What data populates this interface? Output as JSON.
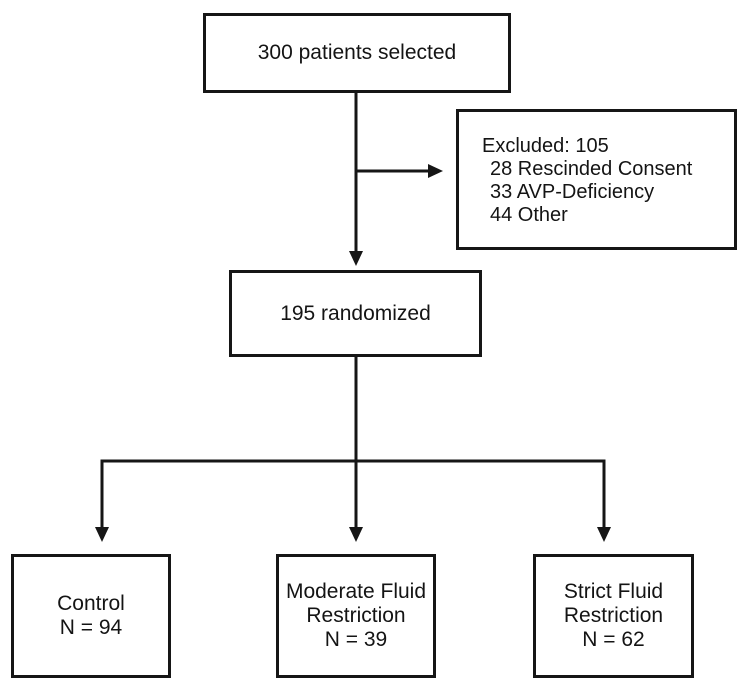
{
  "diagram": {
    "type": "flowchart",
    "nodes": {
      "selected": {
        "label": "300 patients selected"
      },
      "excluded": {
        "title": "Excluded: 105",
        "items": [
          "28 Rescinded Consent",
          "33 AVP-Deficiency",
          "44 Other"
        ]
      },
      "randomized": {
        "label": "195 randomized"
      },
      "arms": [
        {
          "name": "control",
          "lines": [
            "Control",
            "N = 94"
          ]
        },
        {
          "name": "moderate-fluid-restriction",
          "lines": [
            "Moderate Fluid",
            "Restriction",
            "N = 39"
          ]
        },
        {
          "name": "strict-fluid-restriction",
          "lines": [
            "Strict Fluid",
            "Restriction",
            "N = 62"
          ]
        }
      ]
    },
    "colors": {
      "line": "#161616",
      "box_border": "#161616",
      "text": "#141414",
      "background": "#ffffff"
    }
  }
}
